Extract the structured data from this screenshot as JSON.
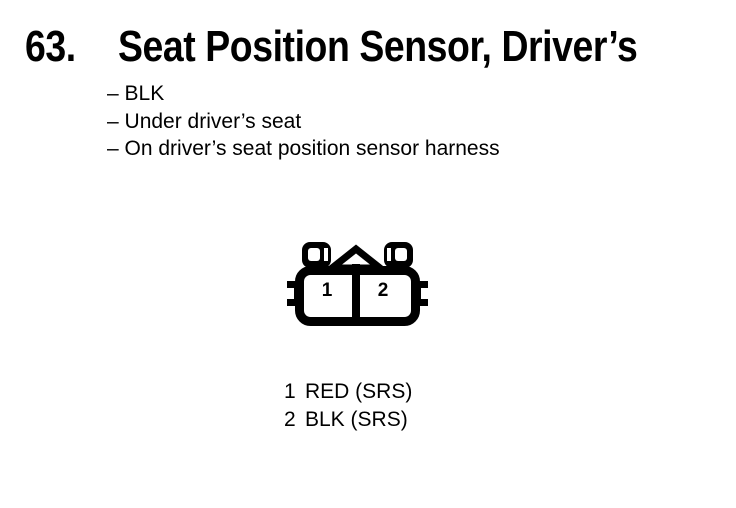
{
  "page": {
    "ink_color": "#000000",
    "background_color": "#ffffff"
  },
  "header": {
    "item_number": "63.",
    "title": "Seat Position Sensor, Driver’s"
  },
  "details": {
    "dash": "–",
    "items": [
      "BLK",
      "Under driver’s seat",
      "On driver’s seat position sensor harness"
    ]
  },
  "connector": {
    "type": "2-cavity connector, front view",
    "cavities": [
      "1",
      "2"
    ]
  },
  "pin_legend": {
    "rows": [
      {
        "pin": "1",
        "wire": "RED (SRS)"
      },
      {
        "pin": "2",
        "wire": "BLK (SRS)"
      }
    ]
  }
}
